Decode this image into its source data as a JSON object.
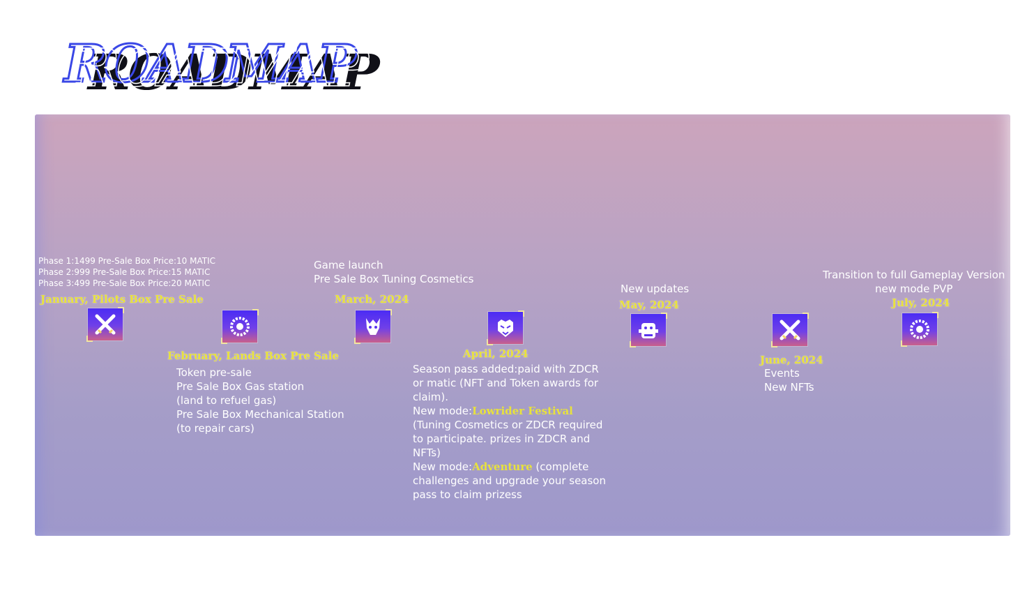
{
  "title": "ROADMAP",
  "timeline": {
    "january": {
      "date": "January, Pilots Box Pre Sale",
      "phases": [
        "Phase 1:1499 Pre-Sale Box Price:10 MATIC",
        "Phase 2:999 Pre-Sale Box Price:15 MATIC",
        "Phase 3:499 Pre-Sale Box Price:20 MATIC"
      ],
      "icon": "crossed-swords-icon"
    },
    "february": {
      "date": "February, Lands Box Pre Sale",
      "lines": [
        "Token pre-sale",
        "Pre Sale Box Gas station",
        "(land to refuel gas)",
        "Pre Sale Box Mechanical Station",
        "(to repair cars)"
      ],
      "icon": "saw-blade-icon"
    },
    "march": {
      "date": "March, 2024",
      "lines": [
        "Game launch",
        "Pre Sale Box Tuning Cosmetics"
      ],
      "icon": "dragon-icon"
    },
    "april": {
      "date": "April, 2024",
      "lines": [
        "Season pass added:paid with ZDCR",
        "or matic (NFT and Token awards for",
        "claim)."
      ],
      "mode1_prefix": "New mode:",
      "mode1_name": "Lowrider Festival",
      "mode1_lines": [
        "(Tuning Cosmetics or ZDCR required",
        "to participate. prizes in ZDCR and",
        "NFTs)"
      ],
      "mode2_prefix": "New mode:",
      "mode2_name": "Adventure",
      "mode2_suffix": " (complete",
      "mode2_lines": [
        "challenges and upgrade your season",
        "pass to claim prizess"
      ],
      "icon": "tiger-icon"
    },
    "may": {
      "date": "May, 2024",
      "lines": [
        "New updates"
      ],
      "icon": "totem-icon"
    },
    "june": {
      "date": "June, 2024",
      "lines": [
        "Events",
        "New NFTs"
      ],
      "icon": "crossed-swords-icon"
    },
    "july": {
      "date": "July, 2024",
      "lines": [
        "Transition to full Gameplay Version",
        "new mode PVP"
      ],
      "icon": "saw-blade-icon"
    }
  },
  "colors": {
    "date": "#e8e23c",
    "text": "#ffffff",
    "logo_blue": "#3a47e6",
    "logo_black": "#101018"
  }
}
